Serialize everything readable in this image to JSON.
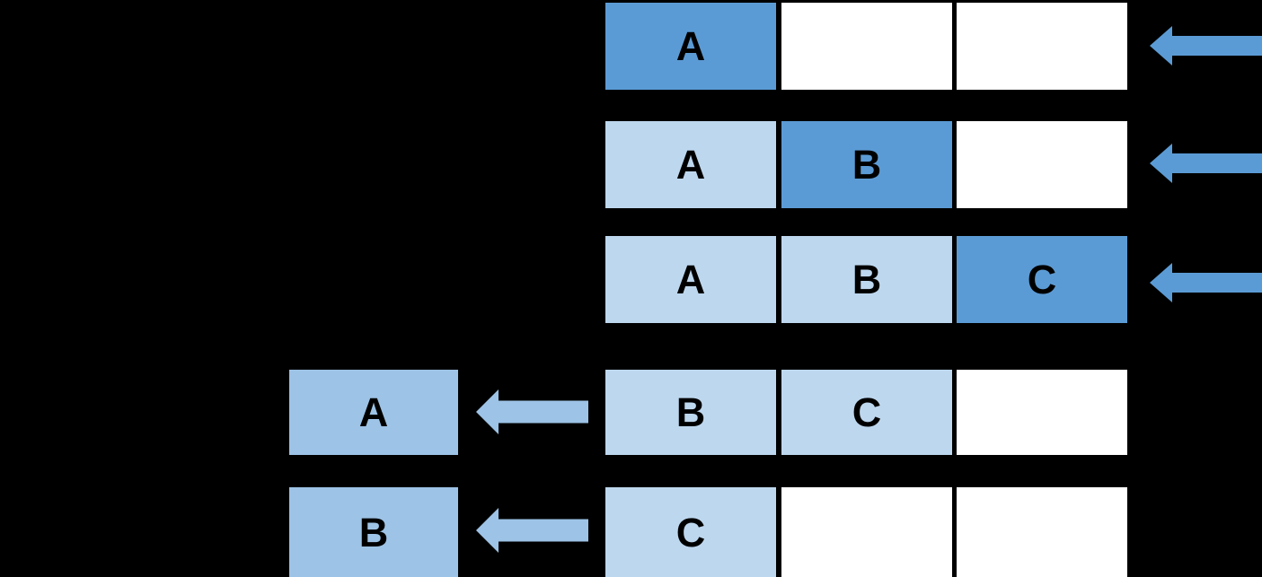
{
  "diagram": {
    "name": "queue-enqueue-dequeue-diagram",
    "colors": {
      "background": "#000000",
      "highlight_cell": "#5B9BD5",
      "queued_cell": "#BDD7EE",
      "dequeued_box": "#9DC3E6",
      "empty_cell": "#FFFFFF",
      "enqueue_arrow": "#5B9BD5",
      "dequeue_arrow": "#9DC3E6",
      "letter": "#000000"
    },
    "rows": [
      {
        "name": "enqueue-a",
        "arrow": "enqueue",
        "dequeued": "",
        "cells": [
          {
            "label": "A",
            "state": "highlight"
          },
          {
            "label": "",
            "state": "empty"
          },
          {
            "label": "",
            "state": "empty"
          }
        ]
      },
      {
        "name": "enqueue-b",
        "arrow": "enqueue",
        "dequeued": "",
        "cells": [
          {
            "label": "A",
            "state": "queued"
          },
          {
            "label": "B",
            "state": "highlight"
          },
          {
            "label": "",
            "state": "empty"
          }
        ]
      },
      {
        "name": "enqueue-c",
        "arrow": "enqueue",
        "dequeued": "",
        "cells": [
          {
            "label": "A",
            "state": "queued"
          },
          {
            "label": "B",
            "state": "queued"
          },
          {
            "label": "C",
            "state": "highlight"
          }
        ]
      },
      {
        "name": "dequeue-a",
        "arrow": "dequeue",
        "dequeued": "A",
        "cells": [
          {
            "label": "B",
            "state": "queued"
          },
          {
            "label": "C",
            "state": "queued"
          },
          {
            "label": "",
            "state": "empty"
          }
        ]
      },
      {
        "name": "dequeue-b",
        "arrow": "dequeue",
        "dequeued": "B",
        "cells": [
          {
            "label": "C",
            "state": "queued"
          },
          {
            "label": "",
            "state": "empty"
          },
          {
            "label": "",
            "state": "empty"
          }
        ]
      }
    ]
  }
}
